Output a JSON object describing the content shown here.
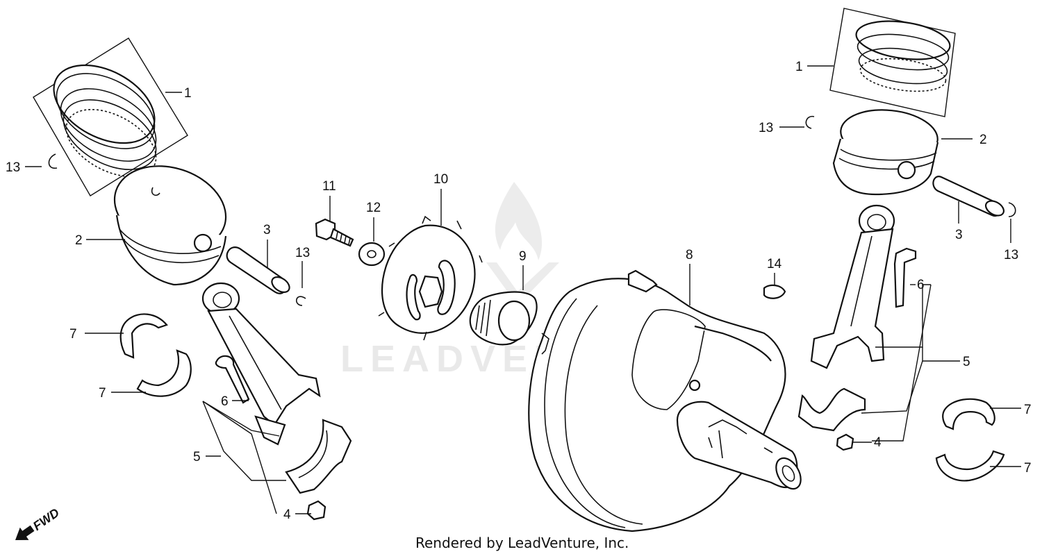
{
  "watermark": {
    "text": "LEADVENTURE"
  },
  "caption": "Rendered by LeadVenture, Inc.",
  "fwd_label": "FWD",
  "callouts": {
    "c1_left": "1",
    "c13_left": "13",
    "c2_left": "2",
    "c3_left": "3",
    "c13_mid": "13",
    "c11": "11",
    "c12": "12",
    "c10": "10",
    "c9": "9",
    "c8": "8",
    "c14": "14",
    "c7_left_top": "7",
    "c7_left_bottom": "7",
    "c6_left": "6",
    "c5_left": "5",
    "c4_left": "4",
    "c1_right": "1",
    "c13_right_top": "13",
    "c2_right": "2",
    "c3_right": "3",
    "c13_right_bottom": "13",
    "c6_right": "6",
    "c5_right": "5",
    "c4_right": "4",
    "c7_right_top": "7",
    "c7_right_bottom": "7"
  }
}
